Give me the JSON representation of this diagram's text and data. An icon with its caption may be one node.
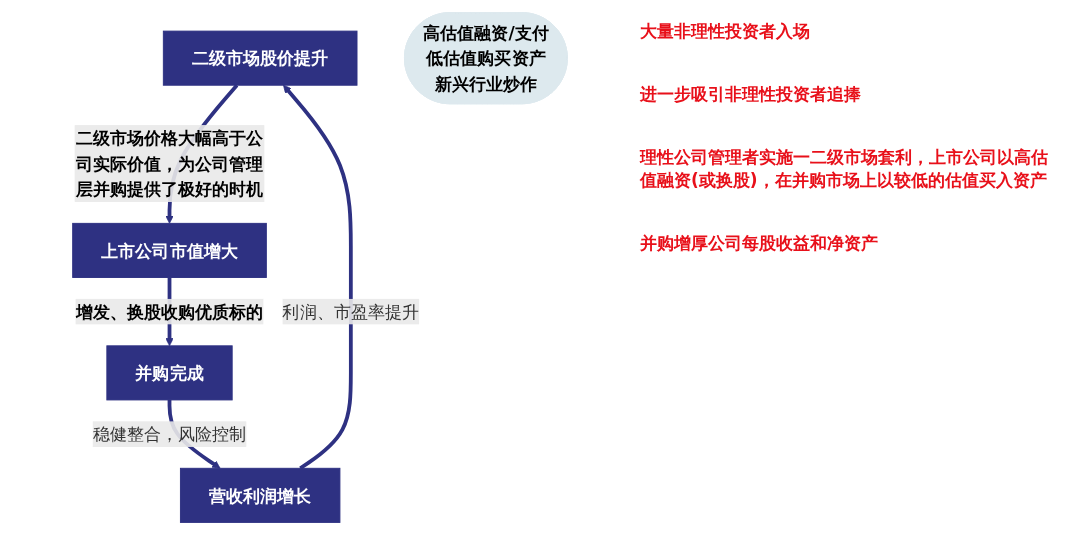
{
  "diagram": {
    "nodes": [
      {
        "text": [
          "二级市场股价提升"
        ]
      },
      {
        "text": [
          "营收利润增长"
        ]
      },
      {
        "text": [
          "高估值融资/支付",
          "低估值购买资产",
          "新兴行业炒作"
        ]
      },
      {
        "text": [
          "上市公司市值增大"
        ]
      },
      {
        "text": [
          "并购完成"
        ]
      }
    ],
    "edges": [
      {
        "from": 0,
        "to": 3,
        "arrow": "to",
        "label": "二级市场价格大幅高于公司实际价值，为公司管理层并购提供了极好的时机"
      },
      {
        "from": 3,
        "to": 4,
        "arrow": "to",
        "label": "增发、换股收购优质标的"
      },
      {
        "from": 4,
        "to": 1,
        "arrow": "to",
        "label": "稳健整合，风险控制"
      },
      {
        "from": 1,
        "to": 0,
        "arrow": "to",
        "label": "利润、市盈率提升"
      }
    ],
    "labels": [
      "大量非理性投资者入场",
      "进一步吸引非理性投资者追捧",
      "理性公司管理者实施一二级市场套利，上市公司以高估值融资(或换股)，在并购市场上以较低的估值买入资产",
      "并购增厚公司每股收益和净资产"
    ]
  }
}
